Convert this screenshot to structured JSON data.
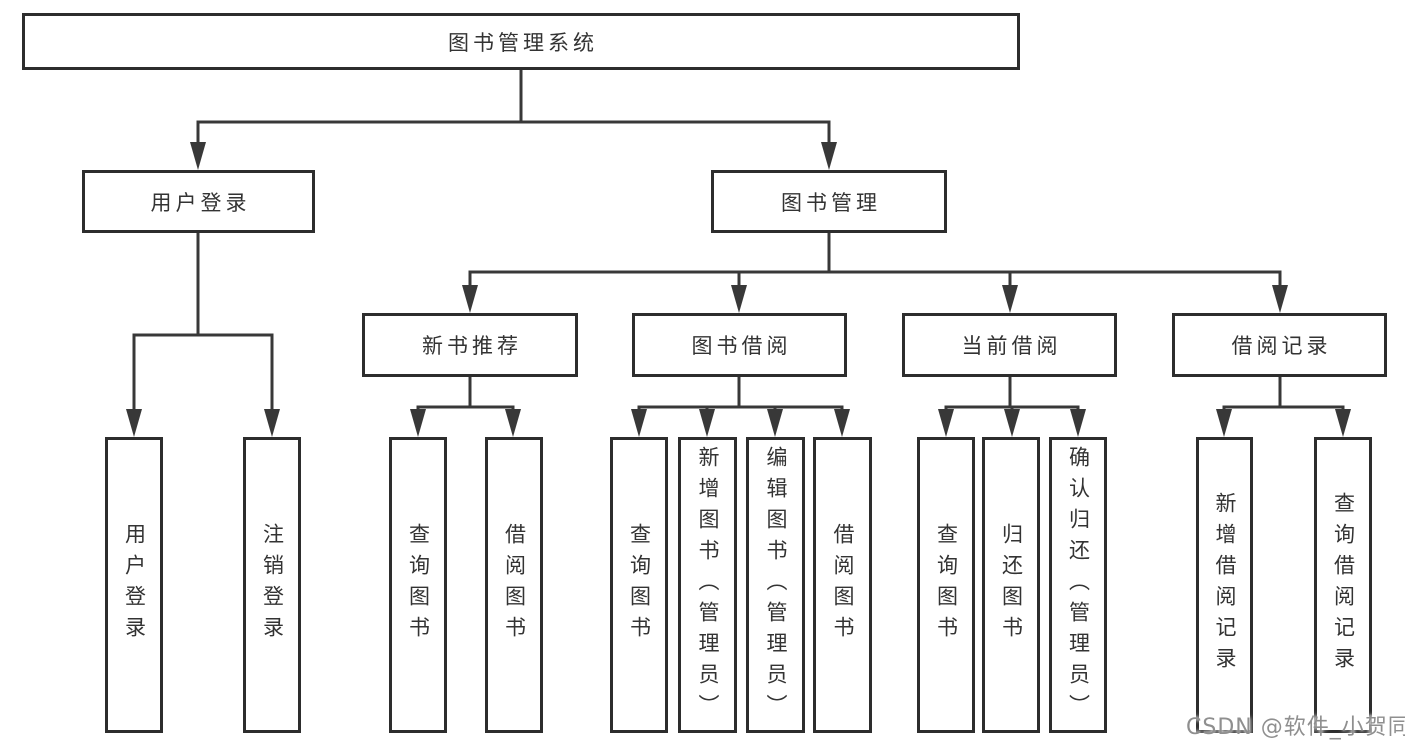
{
  "diagram": {
    "root": {
      "label": "图书管理系统"
    },
    "level2": {
      "user_login": {
        "label": "用户登录"
      },
      "book_mgmt": {
        "label": "图书管理"
      }
    },
    "level3": {
      "new_book_rec": {
        "label": "新书推荐"
      },
      "book_borrow": {
        "label": "图书借阅"
      },
      "current_borrow": {
        "label": "当前借阅"
      },
      "borrow_records": {
        "label": "借阅记录"
      }
    },
    "leaves": {
      "user_login_children": {
        "login": {
          "label": "用户登录"
        },
        "logout": {
          "label": "注销登录"
        }
      },
      "new_book_rec_children": {
        "query_books": {
          "label": "查询图书"
        },
        "borrow_books": {
          "label": "借阅图书"
        }
      },
      "book_borrow_children": {
        "query_books": {
          "label": "查询图书"
        },
        "add_books": {
          "label": "新增图书（管理员）"
        },
        "edit_books": {
          "label": "编辑图书（管理员）"
        },
        "borrow_books": {
          "label": "借阅图书"
        }
      },
      "current_borrow_children": {
        "query_books": {
          "label": "查询图书"
        },
        "return_books": {
          "label": "归还图书"
        },
        "confirm_return": {
          "label": "确认归还（管理员）"
        }
      },
      "borrow_records_children": {
        "add_record": {
          "label": "新增借阅记录"
        },
        "query_record": {
          "label": "查询借阅记录"
        }
      }
    }
  },
  "watermark": {
    "text": "CSDN @软件_小贺同学"
  },
  "colors": {
    "line": "#383838",
    "box_border": "#2d2d2d",
    "text": "#333333",
    "watermark_text": "#8f8f8f",
    "background": "#ffffff"
  }
}
